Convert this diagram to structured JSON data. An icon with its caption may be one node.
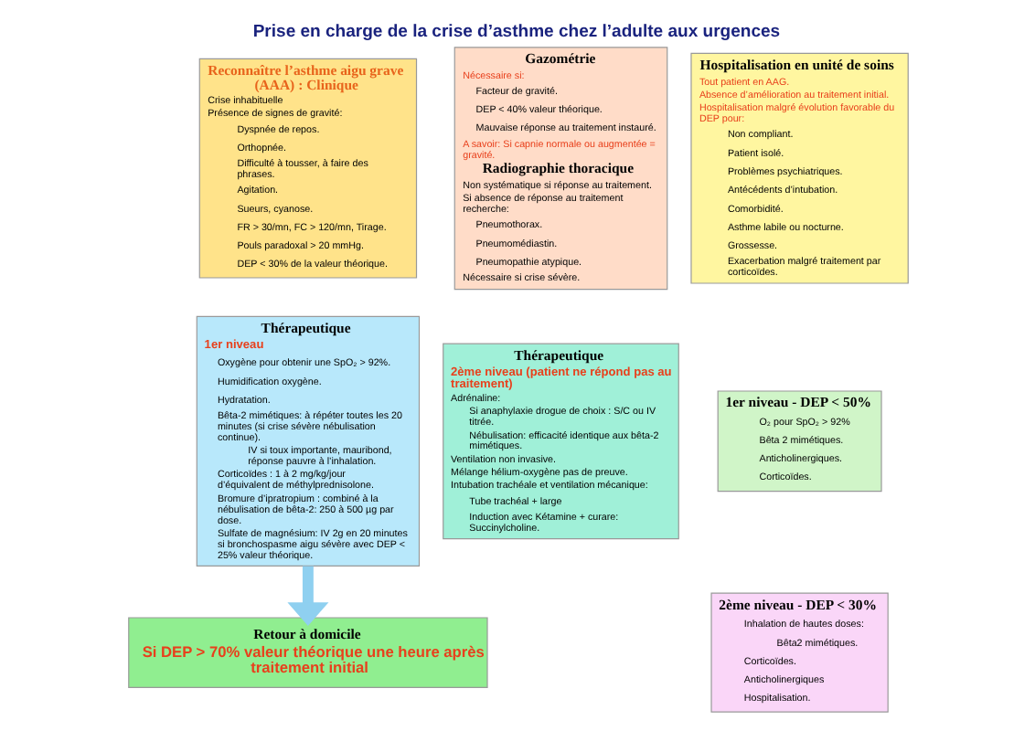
{
  "diagram": {
    "title": "Prise en charge de la crise d’asthme chez l’adulte aux urgences",
    "nodes": [
      {
        "text": [
          "Reconnaître l’asthme aigu grave (AAA) : Clinique",
          "Crise inhabituelle",
          "Présence de signes de gravité:",
          "Dyspnée de repos.",
          "Orthopnée.",
          "Difficulté à tousser, à faire des phrases.",
          "Agitation.",
          "Sueurs, cyanose.",
          "FR > 30/mn, FC > 120/mn, Tirage.",
          "Pouls paradoxal > 20 mmHg.",
          "DEP < 30% de la valeur théorique."
        ]
      },
      {
        "text": [
          "Gazométrie",
          "Nécessaire si:",
          "Facteur de gravité.",
          "DEP < 40% valeur théorique.",
          "Mauvaise réponse au traitement instauré.",
          "A savoir: Si capnie normale ou augmentée = gravité.",
          "Radiographie thoracique",
          "Non systématique si réponse au traitement.",
          "Si absence de réponse au traitement recherche:",
          "Pneumothorax.",
          "Pneumomédiastin.",
          "Pneumopathie atypique.",
          "Nécessaire si crise sévère."
        ]
      },
      {
        "text": [
          "Hospitalisation en unité de soins",
          "Tout patient en AAG.",
          "Absence d’amélioration au traitement initial.",
          "Hospitalisation malgré évolution favorable du DEP pour:",
          "Non compliant.",
          "Patient isolé.",
          "Problèmes psychiatriques.",
          "Antécédents d’intubation.",
          "Comorbidité.",
          "Asthme labile ou nocturne.",
          "Grossesse.",
          "Exacerbation malgré traitement par corticoïdes."
        ]
      },
      {
        "text": [
          "Thérapeutique",
          "1er niveau",
          "Oxygène pour obtenir une SpO₂ > 92%.",
          "Humidification oxygène.",
          "Hydratation.",
          "Bêta-2 mimétiques: à répéter toutes les 20 minutes (si crise sévère nébulisation continue).",
          "IV si toux importante, mauribond, réponse pauvre à l’inhalation.",
          "Corticoïdes : 1 à 2 mg/kg/jour d’équivalent de méthylprednisolone.",
          "Bromure d’ipratropium : combiné à la nébulisation de bêta-2: 250 à 500 µg par dose.",
          "Sulfate de magnésium: IV 2g en 20 minutes si bronchospasme aigu sévère avec DEP < 25% valeur théorique."
        ]
      },
      {
        "text": [
          "Thérapeutique",
          "2ème niveau (patient ne répond pas au traitement)",
          "Adrénaline:",
          "Si anaphylaxie drogue de choix : S/C ou IV titrée.",
          "Nébulisation: efficacité identique aux bêta-2 mimétiques.",
          "Ventilation non invasive.",
          "Mélange hélium-oxygène pas de preuve.",
          "Intubation trachéale et ventilation mécanique:",
          "Tube trachéal + large",
          "Induction avec Kétamine + curare: Succinylcholine."
        ]
      },
      {
        "text": [
          "1er niveau - DEP < 50%",
          "O₂ pour SpO₂ > 92%",
          "Bêta 2 mimétiques.",
          "Anticholinergiques.",
          "Corticoïdes."
        ]
      },
      {
        "text": [
          "2ème niveau - DEP < 30%",
          "Inhalation de hautes doses:",
          "Bêta2 mimétiques.",
          "Corticoïdes.",
          "Anticholinergiques",
          "Hospitalisation."
        ]
      },
      {
        "text": [
          "Retour à domicile",
          "Si DEP > 70% valeur théorique une heure après traitement initial"
        ]
      }
    ],
    "edges": [
      {
        "from": 3,
        "to": 7,
        "arrow": "to",
        "color": "#8fd0f0"
      }
    ]
  }
}
